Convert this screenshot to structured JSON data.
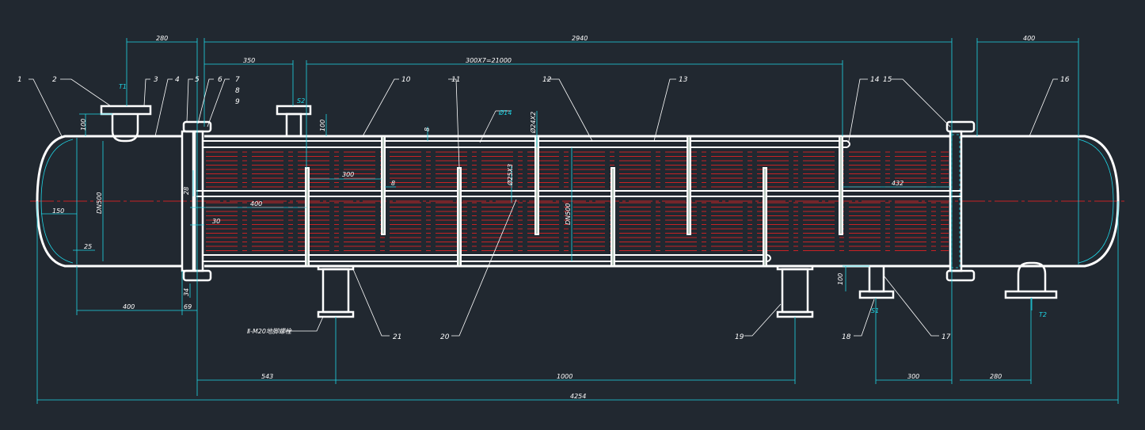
{
  "drawing": {
    "colors": {
      "background": "#212830",
      "outline": "#ffffff",
      "dimension": "#1fd6e6",
      "tubes": "#ff2020"
    },
    "dimensions": {
      "top_280": "280",
      "top_2940": "2940",
      "top_400": "400",
      "top_350": "350",
      "top_pitch": "300X7=21000",
      "d_100_left": "100",
      "d_100_s2": "100",
      "d_8_top": "8",
      "d_phi14": "Ø14",
      "d_phi24x2": "Ø24X2",
      "d_phi25x3": "Ø25X3",
      "d_dn500_left": "DN500",
      "d_dn500_mid": "DN500",
      "d_28": "28",
      "d_300": "300",
      "d_8_mid": "8",
      "d_432": "432",
      "d_150": "150",
      "d_400_mid": "400",
      "d_30": "30",
      "d_25": "25",
      "d_34": "34",
      "d_400_bot": "400",
      "d_69": "69",
      "d_100_s1": "100",
      "bot_543": "543",
      "bot_1000": "1000",
      "bot_300": "300",
      "bot_280": "280",
      "bot_4254": "4254"
    },
    "nozzles": {
      "t1": "T1",
      "s2": "S2",
      "s1": "S1",
      "t2": "T2"
    },
    "support_note": "Ⅱ-M20地脚螺栓",
    "callouts": [
      "1",
      "2",
      "3",
      "4",
      "5",
      "6",
      "7",
      "8",
      "9",
      "10",
      "11",
      "12",
      "13",
      "14",
      "15",
      "16",
      "17",
      "18",
      "19",
      "20",
      "21"
    ]
  }
}
